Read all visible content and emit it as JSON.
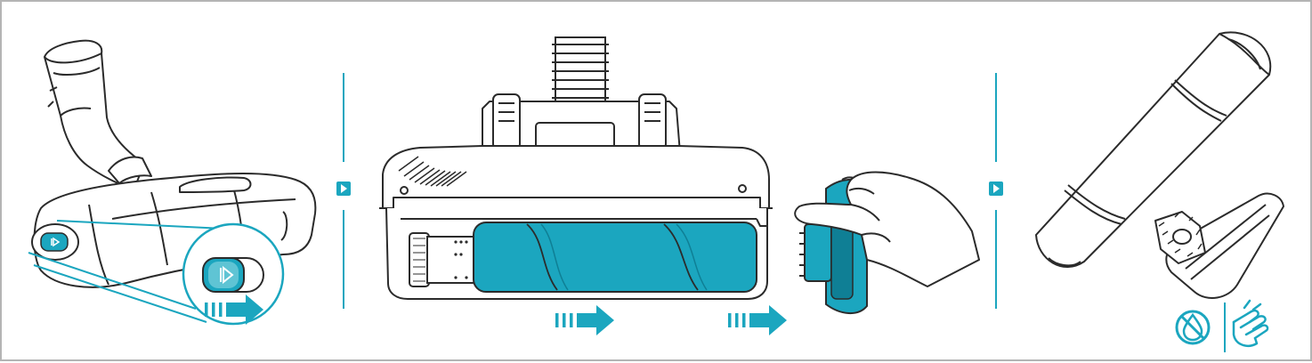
{
  "colors": {
    "accent": "#1ba6bf",
    "accent_dark": "#0f7f95",
    "accent_light": "#5fc4d4",
    "stroke": "#2b2b2b",
    "frame": "#b4b4b4",
    "background": "#ffffff"
  },
  "panels": [
    {
      "id": "step-1",
      "description_icon": "release-button-slide-icon"
    },
    {
      "id": "step-2",
      "description_icon": "remove-brushroll-icon"
    },
    {
      "id": "step-3",
      "description_icon": "brushroll-separated-icon"
    }
  ],
  "icons": {
    "no_water": "no-water-icon",
    "wipe_by_hand": "hand-wipe-icon",
    "next_step": "next-step-arrow-icon",
    "slide_direction": "slide-right-arrow-icon"
  }
}
